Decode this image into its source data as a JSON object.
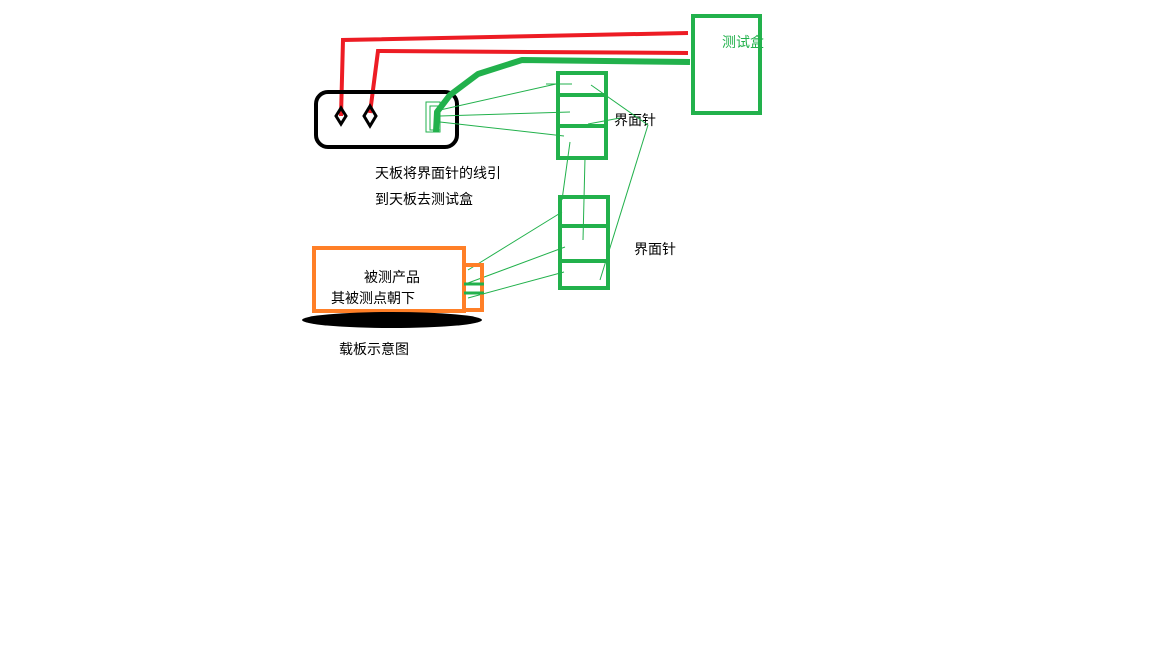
{
  "labels": {
    "test_box": "测试盒",
    "interface_pins_top": "界面针",
    "interface_pins_bottom": "界面针",
    "top_plate_note_line1": "天板将界面针的线引",
    "top_plate_note_line2": "到天板去测试盒",
    "product_line1": "被测产品",
    "product_line2": "其被测点朝下",
    "carrier_caption": "载板示意图"
  },
  "colors": {
    "red_wire": "#ed1c24",
    "green": "#22b14c",
    "orange": "#ff7f27",
    "black": "#000000"
  }
}
